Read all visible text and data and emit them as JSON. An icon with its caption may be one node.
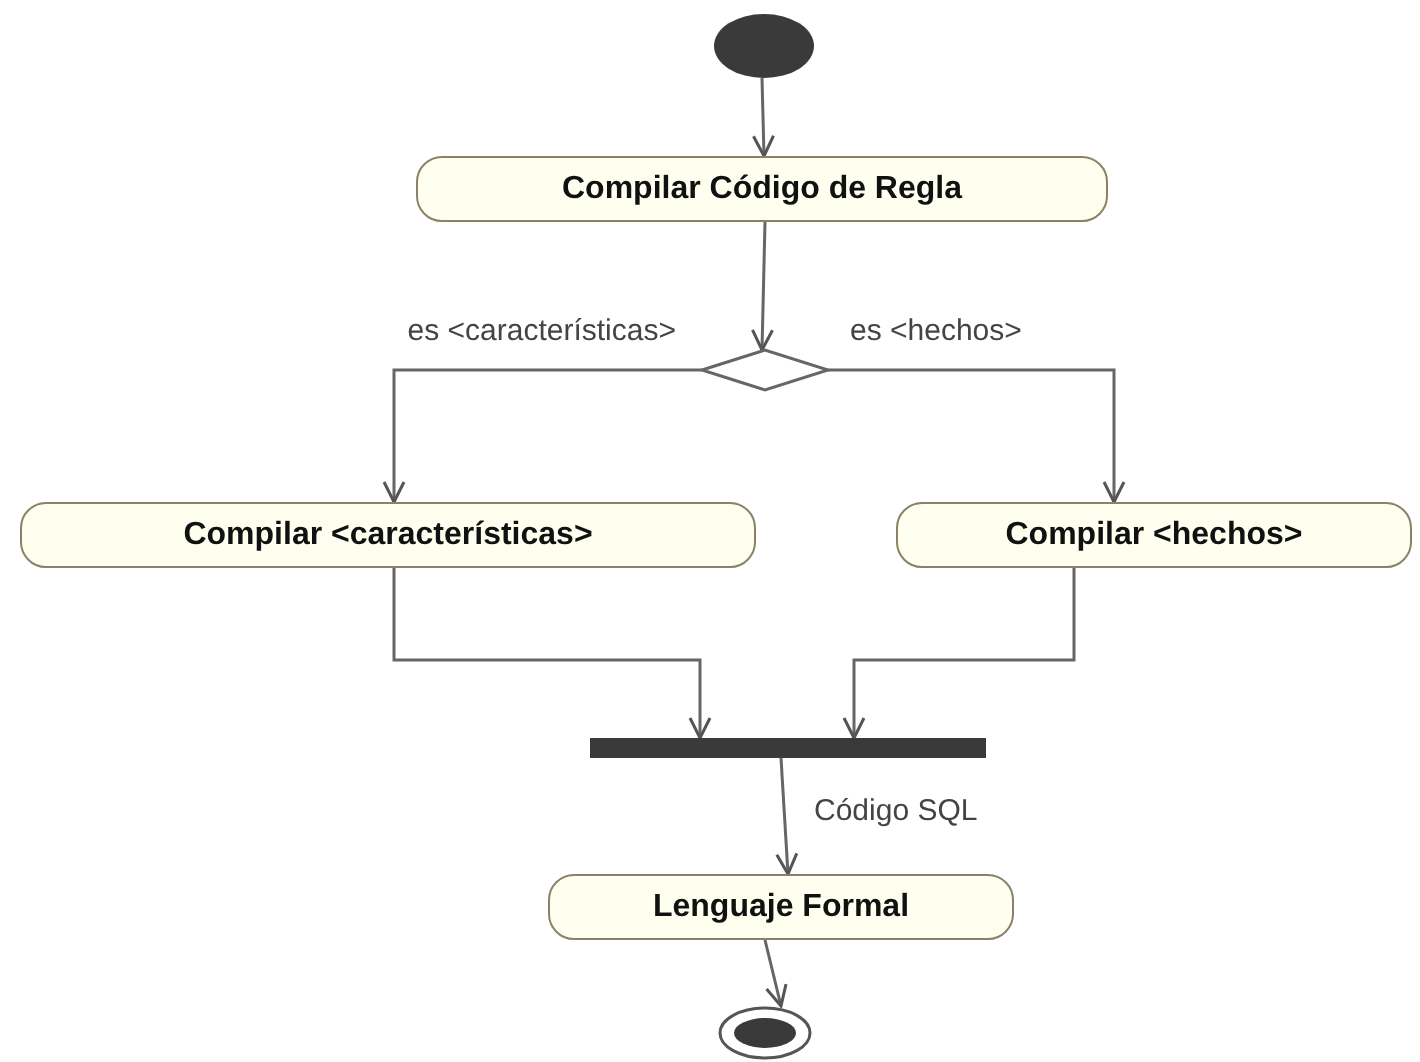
{
  "diagram": {
    "nodes": [
      {
        "text": [],
        "shape": "circle"
      },
      {
        "text": [
          "Compilar Código de Regla"
        ]
      },
      {
        "text": [],
        "shape": "diamond"
      },
      {
        "text": [
          "Compilar <características>"
        ]
      },
      {
        "text": [
          "Compilar <hechos>"
        ]
      },
      {
        "text": [],
        "shape": "bar"
      },
      {
        "text": [
          "Lenguaje Formal"
        ]
      },
      {
        "text": [],
        "shape": "circle"
      }
    ],
    "edges": [
      {
        "from": 0,
        "to": 1,
        "arrow": "to"
      },
      {
        "from": 1,
        "to": 2,
        "arrow": "to"
      },
      {
        "from": 2,
        "to": 3,
        "arrow": "to",
        "label": "es <características>"
      },
      {
        "from": 2,
        "to": 4,
        "arrow": "to",
        "label": "es <hechos>"
      },
      {
        "from": 3,
        "to": 5,
        "arrow": "to"
      },
      {
        "from": 4,
        "to": 5,
        "arrow": "to"
      },
      {
        "from": 5,
        "to": 6,
        "arrow": "to",
        "label": "Código SQL"
      },
      {
        "from": 6,
        "to": 7,
        "arrow": "to"
      }
    ]
  }
}
